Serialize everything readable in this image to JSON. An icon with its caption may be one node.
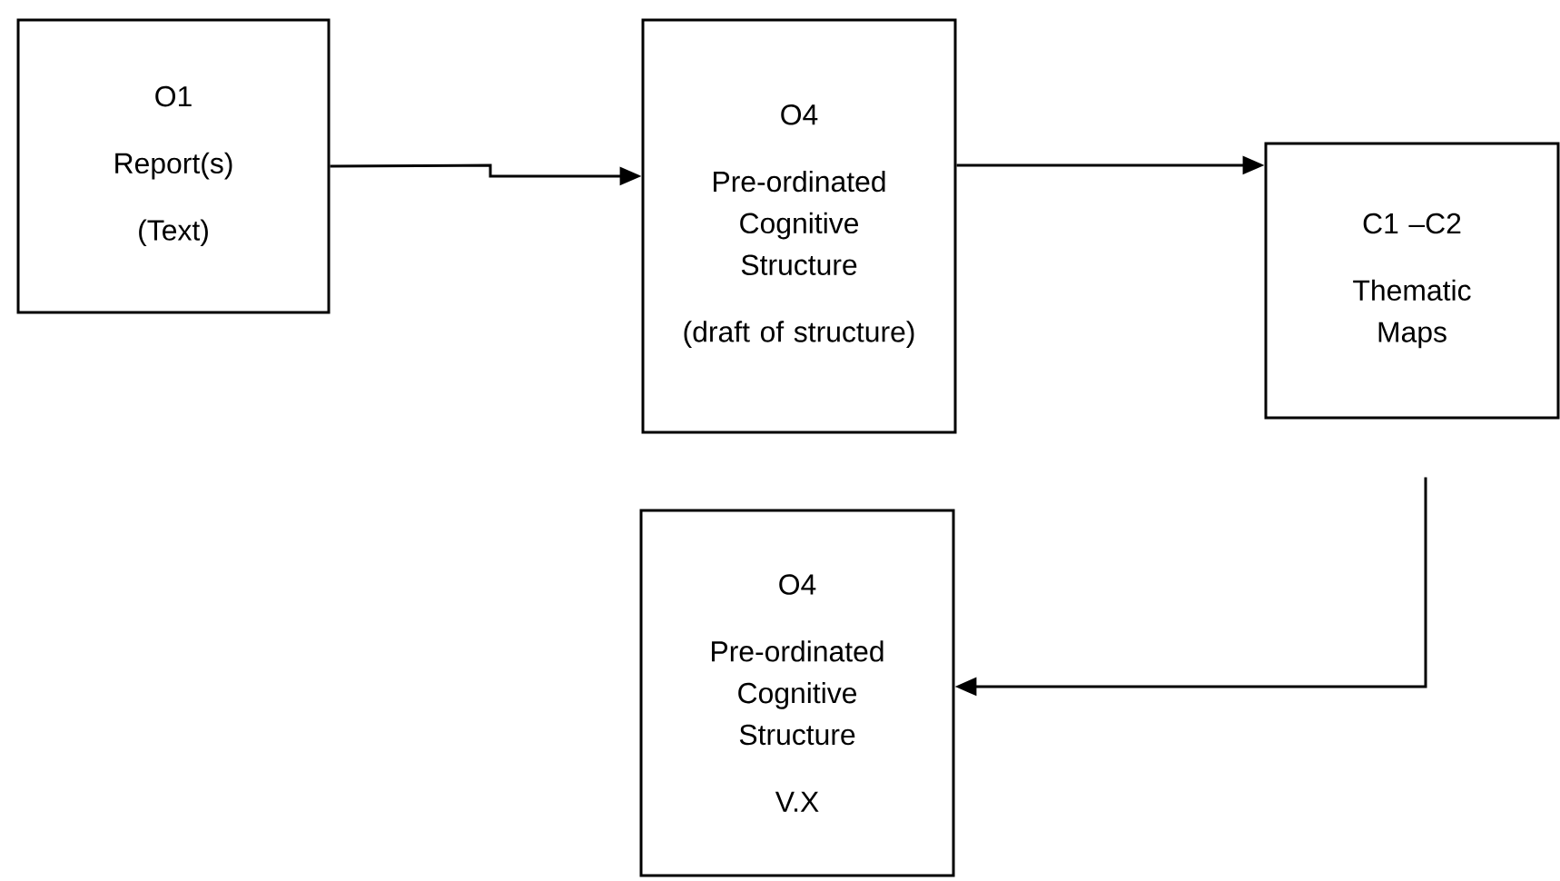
{
  "diagram": {
    "nodes": [
      {
        "text": [
          "O1",
          "Report(s)",
          "(Text)"
        ]
      },
      {
        "text": [
          "O4",
          "Pre-ordinated Cognitive Structure",
          "(draft of structure)"
        ]
      },
      {
        "text": [
          "C1 –C2",
          "Thematic Maps"
        ]
      },
      {
        "text": [
          "O4",
          "Pre-ordinated Cognitive Structure",
          "V.X"
        ]
      }
    ],
    "edges": [
      {
        "from": 0,
        "to": 1,
        "arrow": "to"
      },
      {
        "from": 1,
        "to": 2,
        "arrow": "to"
      },
      {
        "from": 2,
        "to": 3,
        "arrow": "to"
      }
    ]
  }
}
